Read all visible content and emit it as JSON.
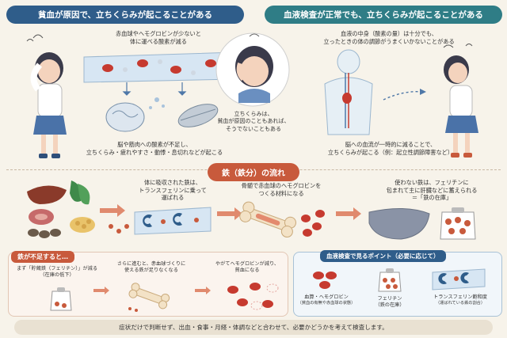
{
  "left_panel": {
    "header": "貧血が原因で、立ちくらみが起こることがある",
    "caption_top_line1": "赤血球やヘモグロビンが少ないと",
    "caption_top_line2": "体に運べる酸素が減る",
    "caption_bottom_line1": "脳や筋肉への酸素が不足し、",
    "caption_bottom_line2": "立ちくらみ・疲れやすさ・動悸・息切れなどが起こる"
  },
  "center_panel": {
    "line1": "立ちくらみは、",
    "line2": "貧血が原因のこともあれば、",
    "line3": "そうでないこともある"
  },
  "right_panel": {
    "header": "血液検査が正常でも、立ちくらみが起こることがある",
    "caption_top_line1": "血液の中身（酸素の量）は十分でも、",
    "caption_top_line2": "立ったときの体の調節がうまくいかないことがある",
    "caption_bottom_line1": "脳への血流が一時的に減ることで、",
    "caption_bottom_line2": "立ちくらみが起こる（例：起立性調節障害など）"
  },
  "iron_flow": {
    "title": "鉄（鉄分）の流れ",
    "step1_line1": "体に吸収された鉄は、",
    "step1_line2": "トランスフェリンに乗って",
    "step1_line3": "運ばれる",
    "step2_line1": "骨髄で赤血球のヘモグロビンを",
    "step2_line2": "つくる材料になる",
    "step3_line1": "使わない鉄は、フェリチンに",
    "step3_line2": "包まれて主に肝臓などに蓄えられる",
    "step3_line3": "＝「鉄の在庫」"
  },
  "deficiency": {
    "title": "鉄が不足すると…",
    "stage1_line1": "まず「貯蔵鉄（フェリチン）」が減る",
    "stage1_line2": "（在庫の低下）",
    "stage2_line1": "さらに進むと、赤血球づくりに",
    "stage2_line2": "使える鉄が足りなくなる",
    "stage3_line1": "やがてヘモグロビンが減り、",
    "stage3_line2": "貧血になる"
  },
  "blood_test": {
    "title": "血液検査で見るポイント（必要に応じて）",
    "item1_label": "血算・ヘモグロビン",
    "item1_sub": "（貧血の有無や赤血球の状態）",
    "item2_label": "フェリチン",
    "item2_sub": "（鉄の在庫）",
    "item3_label": "トランスフェリン飽和度",
    "item3_sub": "（運ばれている鉄の割合）"
  },
  "footer": "症状だけで判断せず、出血・食事・月経・体調などと合わせて、必要かどうかを考えて検査します。",
  "colors": {
    "left_header": "#2f5d8a",
    "right_header": "#2f7d86",
    "accent": "#c85a3c",
    "blood": "#c63a2f",
    "vessel": "#d7e6f3"
  }
}
